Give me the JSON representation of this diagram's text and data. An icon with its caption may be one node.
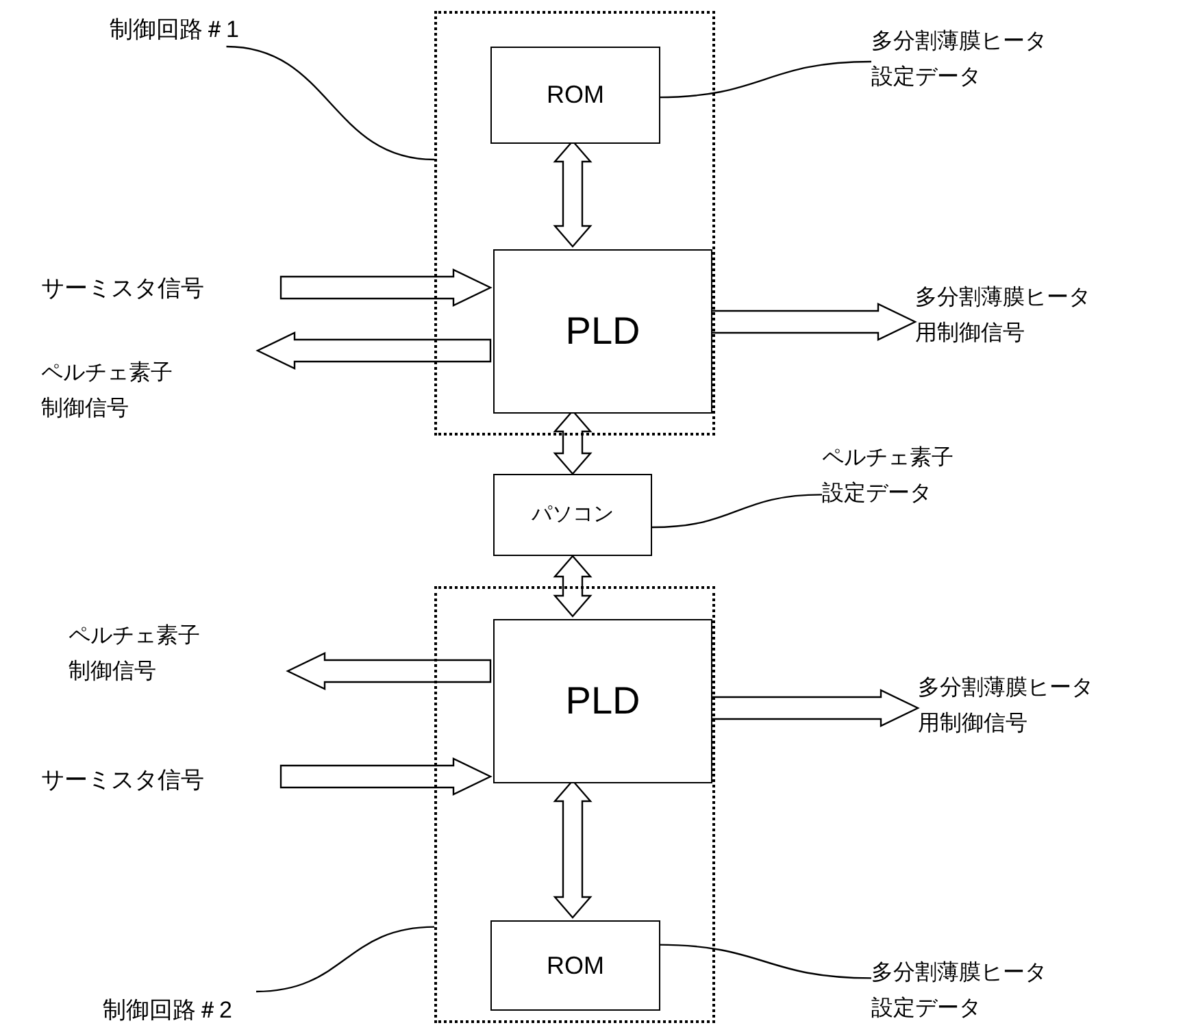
{
  "diagram": {
    "nodes": [
      {
        "text": [
          "制御回路＃1"
        ]
      },
      {
        "text": [],
        "shape": "box"
      },
      {
        "text": [
          "ROM"
        ],
        "in": 1
      },
      {
        "text": [
          "多分割薄膜ヒータ設定データ"
        ]
      },
      {
        "text": [
          "サーミスタ信号"
        ]
      },
      {
        "text": [
          "PLD"
        ],
        "in": 1
      },
      {
        "text": [
          "多分割薄膜ヒータ用制御信号"
        ]
      },
      {
        "text": [
          "ペルチェ素子制御信号"
        ]
      },
      {
        "text": [
          "ペルチェ素子設定データ"
        ]
      },
      {
        "text": [
          "パソコン"
        ]
      },
      {
        "text": [
          "ペルチェ素子制御信号"
        ]
      },
      {
        "text": [],
        "shape": "box"
      },
      {
        "text": [
          "PLD"
        ],
        "in": 11
      },
      {
        "text": [
          "多分割薄膜ヒータ用制御信号"
        ]
      },
      {
        "text": [
          "サーミスタ信号"
        ]
      },
      {
        "text": [
          "ROM"
        ],
        "in": 11
      },
      {
        "text": [
          "制御回路＃2"
        ]
      },
      {
        "text": [
          "多分割薄膜ヒータ設定データ"
        ]
      }
    ],
    "edges": [
      {
        "from": 0,
        "to": 1,
        "arrow": "none"
      },
      {
        "from": 3,
        "to": 2,
        "arrow": "none"
      },
      {
        "from": 2,
        "to": 5,
        "arrow": "both"
      },
      {
        "from": 4,
        "to": 5,
        "arrow": "to"
      },
      {
        "from": 5,
        "to": 6,
        "arrow": "to"
      },
      {
        "from": 5,
        "to": 7,
        "arrow": "to"
      },
      {
        "from": 8,
        "to": 9,
        "arrow": "none"
      },
      {
        "from": 5,
        "to": 9,
        "arrow": "both"
      },
      {
        "from": 9,
        "to": 12,
        "arrow": "both"
      },
      {
        "from": 12,
        "to": 10,
        "arrow": "to"
      },
      {
        "from": 14,
        "to": 12,
        "arrow": "to"
      },
      {
        "from": 12,
        "to": 13,
        "arrow": "to"
      },
      {
        "from": 12,
        "to": 15,
        "arrow": "both"
      },
      {
        "from": 16,
        "to": 11,
        "arrow": "none"
      },
      {
        "from": 17,
        "to": 15,
        "arrow": "none"
      }
    ]
  }
}
